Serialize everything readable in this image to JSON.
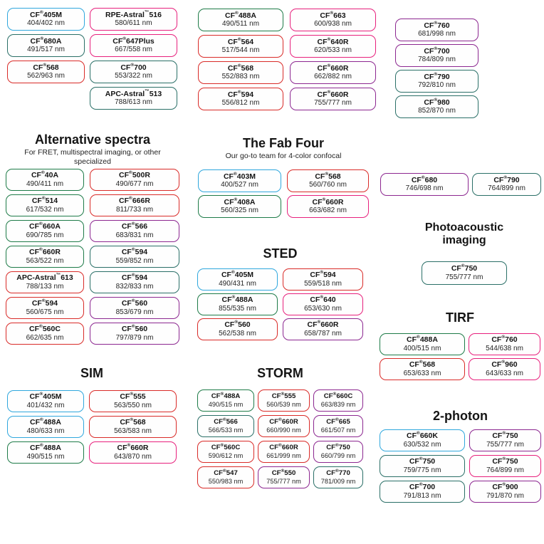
{
  "palette": {
    "blue": "#2fa7dd",
    "green": "#1e7b48",
    "teal": "#2a6f67",
    "red": "#d92b28",
    "pink": "#e7207c",
    "purple": "#8c2790"
  },
  "text_color": "#151515",
  "sections": [
    {
      "id": "cluster-top-left",
      "columns": [
        {
          "items": [
            {
              "name": "CF®405M",
              "range": "404/402 nm",
              "color": "blue"
            },
            {
              "name": "CF®680A",
              "range": "491/517 nm",
              "color": "teal"
            },
            {
              "name": "CF®568",
              "range": "562/963 nm",
              "color": "red"
            }
          ]
        },
        {
          "items": [
            {
              "name": "RPE-Astral™516",
              "range": "580/611 nm",
              "color": "pink"
            },
            {
              "name": "CF®647Plus",
              "range": "667/558 nm",
              "color": "pink"
            },
            {
              "name": "CF®700",
              "range": "553/322 nm",
              "color": "teal"
            },
            {
              "name": "APC-Astral™513",
              "range": "788/613 nm",
              "color": "teal"
            }
          ]
        }
      ]
    },
    {
      "id": "cluster-top-mid",
      "columns": [
        {
          "items": [
            {
              "name": "CF®488A",
              "range": "490/511 nm",
              "color": "green"
            },
            {
              "name": "CF®564",
              "range": "517/544 nm",
              "color": "red"
            },
            {
              "name": "CF®568",
              "range": "552/883 nm",
              "color": "red"
            },
            {
              "name": "CF®594",
              "range": "556/812 nm",
              "color": "red"
            }
          ]
        },
        {
          "items": [
            {
              "name": "CF®663",
              "range": "600/938 nm",
              "color": "pink"
            },
            {
              "name": "CF®640R",
              "range": "620/533 nm",
              "color": "pink"
            },
            {
              "name": "CF®660R",
              "range": "662/882 nm",
              "color": "purple"
            },
            {
              "name": "CF®660R",
              "range": "755/777 nm",
              "color": "purple"
            }
          ]
        }
      ]
    },
    {
      "id": "cluster-top-right",
      "columns": [
        {
          "items": [
            {
              "name": "CF®760",
              "range": "681/998 nm",
              "color": "purple"
            },
            {
              "name": "CF®700",
              "range": "784/809 nm",
              "color": "purple"
            },
            {
              "name": "CF®790",
              "range": "792/810 nm",
              "color": "teal"
            },
            {
              "name": "CF®980",
              "range": "852/870 nm",
              "color": "teal"
            }
          ]
        }
      ]
    },
    {
      "id": "alternative-spectra",
      "title": "Alternative spectra",
      "subtitle": "For FRET, multispectral imaging, or other specialized",
      "columns": [
        {
          "items": [
            {
              "name": "CF®40A",
              "range": "490/411 nm",
              "color": "green"
            },
            {
              "name": "CF®514",
              "range": "617/532 nm",
              "color": "green"
            },
            {
              "name": "CF®660A",
              "range": "690/785 nm",
              "color": "green"
            },
            {
              "name": "CF®660R",
              "range": "563/522 nm",
              "color": "green"
            },
            {
              "name": "APC-Astral™613",
              "range": "788/133 nm",
              "color": "red"
            },
            {
              "name": "CF®594",
              "range": "560/675 nm",
              "color": "red"
            },
            {
              "name": "CF®560C",
              "range": "662/635 nm",
              "color": "red"
            }
          ]
        },
        {
          "items": [
            {
              "name": "CF®500R",
              "range": "490/677 nm",
              "color": "red"
            },
            {
              "name": "CF®666R",
              "range": "811/733 nm",
              "color": "red"
            },
            {
              "name": "CF®566",
              "range": "683/831 nm",
              "color": "purple"
            },
            {
              "name": "CF®594",
              "range": "559/852 nm",
              "color": "teal"
            },
            {
              "name": "CF®594",
              "range": "832/833 nm",
              "color": "teal"
            },
            {
              "name": "CF®560",
              "range": "853/679 nm",
              "color": "purple"
            },
            {
              "name": "CF®560",
              "range": "797/879 nm",
              "color": "purple"
            }
          ]
        }
      ]
    },
    {
      "id": "fab-four",
      "title": "The Fab Four",
      "subtitle": "Our go-to team for 4-color confocal",
      "columns": [
        {
          "items": [
            {
              "name": "CF®403M",
              "range": "400/527 nm",
              "color": "blue"
            },
            {
              "name": "CF®408A",
              "range": "560/325 nm",
              "color": "green"
            }
          ]
        },
        {
          "items": [
            {
              "name": "CF®568",
              "range": "560/760 nm",
              "color": "red"
            },
            {
              "name": "CF®660R",
              "range": "663/682 nm",
              "color": "pink"
            }
          ]
        }
      ]
    },
    {
      "id": "sted",
      "title": "STED",
      "columns": [
        {
          "items": [
            {
              "name": "CF®405M",
              "range": "490/431 nm",
              "color": "blue"
            },
            {
              "name": "CF®488A",
              "range": "855/535 nm",
              "color": "green"
            },
            {
              "name": "CF®560",
              "range": "562/538 nm",
              "color": "red"
            }
          ]
        },
        {
          "items": [
            {
              "name": "CF®594",
              "range": "559/518 nm",
              "color": "red"
            },
            {
              "name": "CF®640",
              "range": "653/630 nm",
              "color": "pink"
            },
            {
              "name": "CF®660R",
              "range": "658/787 nm",
              "color": "purple"
            }
          ]
        }
      ]
    },
    {
      "id": "sim",
      "title": "SIM",
      "columns": [
        {
          "items": [
            {
              "name": "CF®405M",
              "range": "401/432 nm",
              "color": "blue"
            },
            {
              "name": "CF®488A",
              "range": "480/633 nm",
              "color": "blue"
            },
            {
              "name": "CF®488A",
              "range": "490/515 nm",
              "color": "green"
            }
          ]
        },
        {
          "items": [
            {
              "name": "CF®555",
              "range": "563/550 nm",
              "color": "red"
            },
            {
              "name": "CF®568",
              "range": "563/583 nm",
              "color": "red"
            },
            {
              "name": "CF®660R",
              "range": "643/870 nm",
              "color": "pink"
            }
          ]
        }
      ]
    },
    {
      "id": "storm",
      "title": "STORM",
      "columns": [
        {
          "items": [
            {
              "name": "CF®488A",
              "range": "490/515 nm",
              "color": "green"
            },
            {
              "name": "CF®566",
              "range": "566/533 nm",
              "color": "teal"
            },
            {
              "name": "CF®560C",
              "range": "590/612 nm",
              "color": "red"
            },
            {
              "name": "CF®547",
              "range": "550/983 nm",
              "color": "red"
            }
          ]
        },
        {
          "items": [
            {
              "name": "CF®555",
              "range": "560/539 nm",
              "color": "red"
            },
            {
              "name": "CF®660R",
              "range": "660/990 nm",
              "color": "red"
            },
            {
              "name": "CF®660R",
              "range": "661/999 nm",
              "color": "red"
            },
            {
              "name": "CF®550",
              "range": "755/777 nm",
              "color": "purple"
            }
          ]
        },
        {
          "items": [
            {
              "name": "CF®660C",
              "range": "663/839 nm",
              "color": "purple"
            },
            {
              "name": "CF®665",
              "range": "661/507 nm",
              "color": "purple"
            },
            {
              "name": "CF®750",
              "range": "660/799 nm",
              "color": "purple"
            },
            {
              "name": "CF®770",
              "range": "781/009 nm",
              "color": "teal"
            }
          ]
        }
      ]
    },
    {
      "id": "pair-right",
      "columns": [
        {
          "items": [
            {
              "name": "CF®680",
              "range": "746/698 nm",
              "color": "purple"
            }
          ]
        },
        {
          "items": [
            {
              "name": "CF®790",
              "range": "764/899 nm",
              "color": "teal"
            }
          ]
        }
      ]
    },
    {
      "id": "photoacoustic",
      "title": "Photoacoustic imaging",
      "columns": [
        {
          "items": [
            {
              "name": "CF®750",
              "range": "755/777 nm",
              "color": "teal"
            }
          ]
        }
      ]
    },
    {
      "id": "tirf",
      "title": "TIRF",
      "columns": [
        {
          "items": [
            {
              "name": "CF®488A",
              "range": "400/515 nm",
              "color": "green"
            },
            {
              "name": "CF®568",
              "range": "653/633 nm",
              "color": "red"
            }
          ]
        },
        {
          "items": [
            {
              "name": "CF®760",
              "range": "544/638 nm",
              "color": "pink"
            },
            {
              "name": "CF®960",
              "range": "643/633 nm",
              "color": "pink"
            }
          ]
        }
      ]
    },
    {
      "id": "two-photon",
      "title": "2-photon",
      "columns": [
        {
          "items": [
            {
              "name": "CF®660K",
              "range": "630/532 nm",
              "color": "blue"
            },
            {
              "name": "CF®750",
              "range": "759/775 nm",
              "color": "teal"
            },
            {
              "name": "CF®700",
              "range": "791/813 nm",
              "color": "teal"
            }
          ]
        },
        {
          "items": [
            {
              "name": "CF®750",
              "range": "755/777 nm",
              "color": "purple"
            },
            {
              "name": "CF®750",
              "range": "764/899 nm",
              "color": "pink"
            },
            {
              "name": "CF®900",
              "range": "791/870 nm",
              "color": "purple"
            }
          ]
        }
      ]
    }
  ]
}
